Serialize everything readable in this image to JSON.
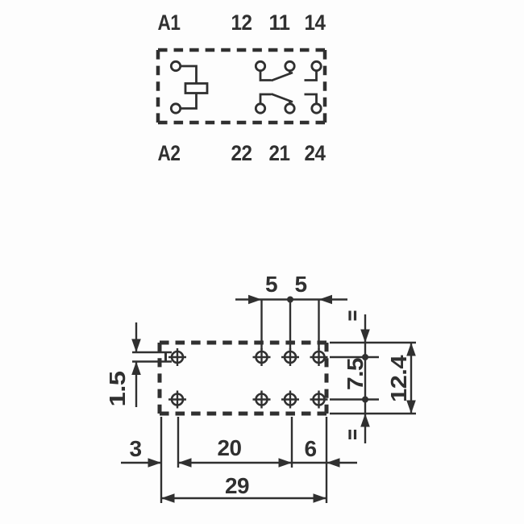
{
  "colors": {
    "line": "#303030",
    "background": "#fdfdfd"
  },
  "schematic": {
    "top_terminals": {
      "coil": "A1",
      "nc": "12",
      "com": "11",
      "no": "14"
    },
    "bottom_terminals": {
      "coil": "A2",
      "nc": "22",
      "com": "21",
      "no": "24"
    }
  },
  "footprint": {
    "dim_pitch_1": "5",
    "dim_pitch_2": "5",
    "dim_pin": "1.5",
    "dim_row_spacing": "7.5",
    "dim_body_height": "12.4",
    "dim_edge_to_pin": "3",
    "dim_pin_span": "20",
    "dim_pin_to_edge": "6",
    "dim_body_width": "29",
    "equal_mark": "="
  }
}
